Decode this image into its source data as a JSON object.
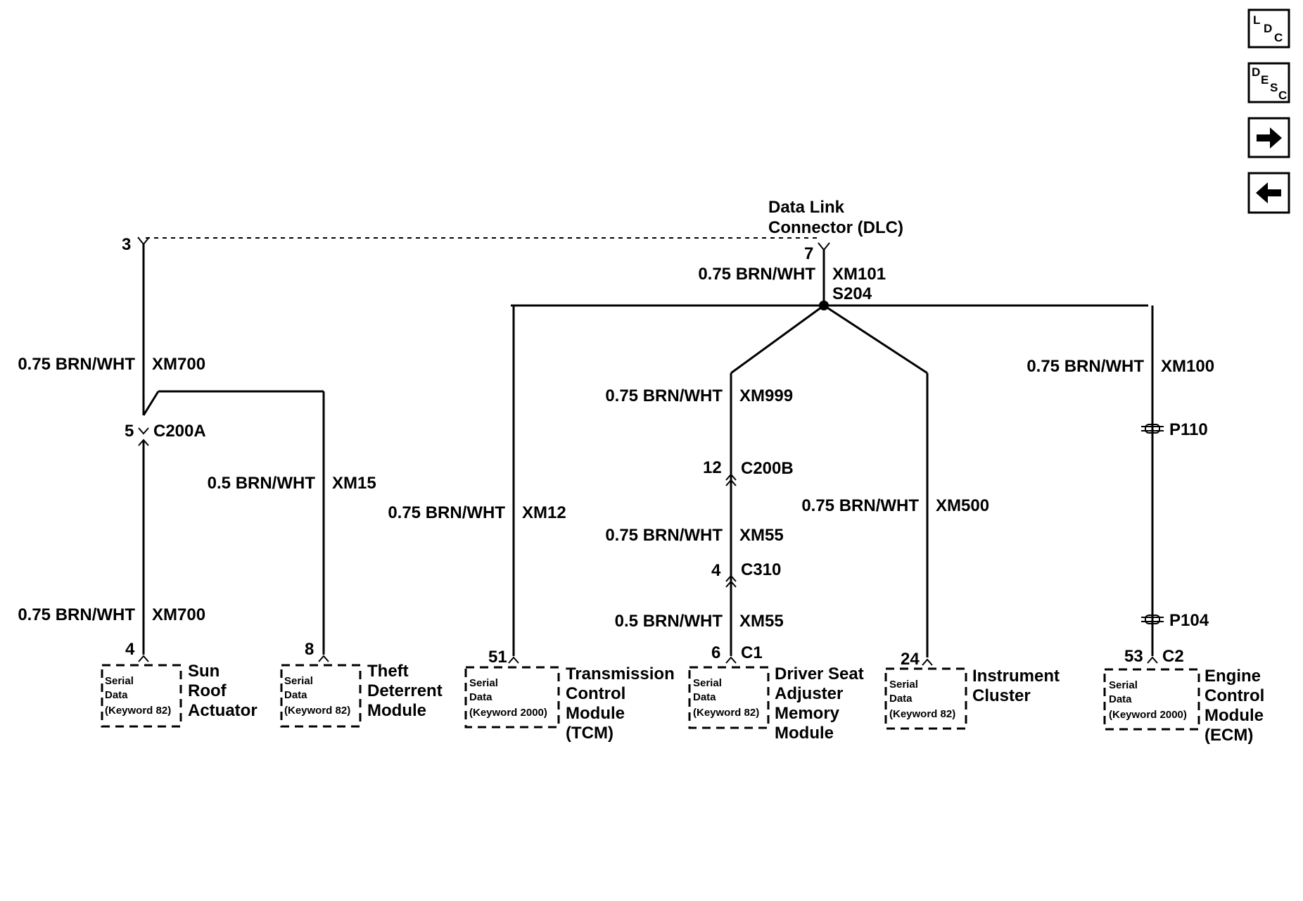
{
  "nav": {
    "ldc": {
      "l": "L",
      "d": "D",
      "c": "C"
    },
    "desc": {
      "d": "D",
      "e": "E",
      "s": "S",
      "c": "C"
    },
    "forward_icon": "arrow-right-icon",
    "back_icon": "arrow-left-icon"
  },
  "dlc": {
    "title_line1": "Data Link",
    "title_line2": "Connector (DLC)",
    "pin": "7",
    "wire": "0.75 BRN/WHT",
    "circuit": "XM101",
    "splice": "S204"
  },
  "sunroof": {
    "top_pin": "3",
    "wire_top": "0.75 BRN/WHT",
    "circuit_top": "XM700",
    "conn_pin": "5",
    "connector": "C200A",
    "wire_bottom": "0.75 BRN/WHT",
    "circuit_bottom": "XM700",
    "module_pin": "4",
    "serial": "Serial",
    "data": "Data",
    "keyword": "(Keyword 82)",
    "name_line1": "Sun",
    "name_line2": "Roof",
    "name_line3": "Actuator"
  },
  "theft": {
    "wire": "0.5 BRN/WHT",
    "circuit": "XM15",
    "module_pin": "8",
    "serial": "Serial",
    "data": "Data",
    "keyword": "(Keyword 82)",
    "name_line1": "Theft",
    "name_line2": "Deterrent",
    "name_line3": "Module"
  },
  "tcm": {
    "wire": "0.75 BRN/WHT",
    "circuit": "XM12",
    "module_pin": "51",
    "serial": "Serial",
    "data": "Data",
    "keyword": "(Keyword 2000)",
    "name_line1": "Transmission",
    "name_line2": "Control",
    "name_line3": "Module",
    "name_line4": "(TCM)"
  },
  "seat": {
    "wire1": "0.75 BRN/WHT",
    "circuit1": "XM999",
    "conn1_pin": "12",
    "conn1": "C200B",
    "wire2": "0.75 BRN/WHT",
    "circuit2": "XM55",
    "conn2_pin": "4",
    "conn2": "C310",
    "wire3": "0.5 BRN/WHT",
    "circuit3": "XM55",
    "module_pin": "6",
    "module_conn": "C1",
    "serial": "Serial",
    "data": "Data",
    "keyword": "(Keyword 82)",
    "name_line1": "Driver Seat",
    "name_line2": "Adjuster",
    "name_line3": "Memory",
    "name_line4": "Module"
  },
  "cluster": {
    "wire": "0.75 BRN/WHT",
    "circuit": "XM500",
    "module_pin": "24",
    "serial": "Serial",
    "data": "Data",
    "keyword": "(Keyword 82)",
    "name_line1": "Instrument",
    "name_line2": "Cluster"
  },
  "ecm": {
    "wire": "0.75 BRN/WHT",
    "circuit": "XM100",
    "conn1": "P110",
    "conn2": "P104",
    "module_pin": "53",
    "module_conn": "C2",
    "serial": "Serial",
    "data": "Data",
    "keyword": "(Keyword 2000)",
    "name_line1": "Engine",
    "name_line2": "Control",
    "name_line3": "Module",
    "name_line4": "(ECM)"
  }
}
